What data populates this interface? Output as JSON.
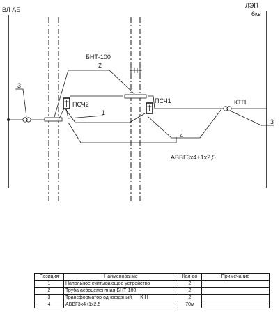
{
  "labels": {
    "left_line": "ВЛ АБ",
    "right_line_top": "ЛЭП",
    "right_line_bottom": "6кв",
    "pipe": "БНТ-100",
    "cable": "АВВГ3х4+1х2,5",
    "device1": "ПСЧ2",
    "device2": "ПСЧ1",
    "substation": "КТП",
    "pos_1": "1",
    "pos_2": "2",
    "pos_3_left": "3",
    "pos_3_right": "3",
    "pos_4": "4"
  },
  "table": {
    "headers": [
      "Позиция",
      "Наименование",
      "Кол-во",
      "Примечание"
    ],
    "rows": [
      {
        "pos": "1",
        "name": "Напольное считывающее устройство",
        "qty": "2",
        "note": ""
      },
      {
        "pos": "2",
        "name": "Труба асбоцементная БНТ-100",
        "qty": "2",
        "note": ""
      },
      {
        "pos": "3",
        "name": "Трансформатор однофазный",
        "name_extra": "КТП",
        "qty": "2",
        "note": ""
      },
      {
        "pos": "4",
        "name": "АВВГ3х4+1х2,5",
        "qty": "70м",
        "note": ""
      }
    ]
  }
}
